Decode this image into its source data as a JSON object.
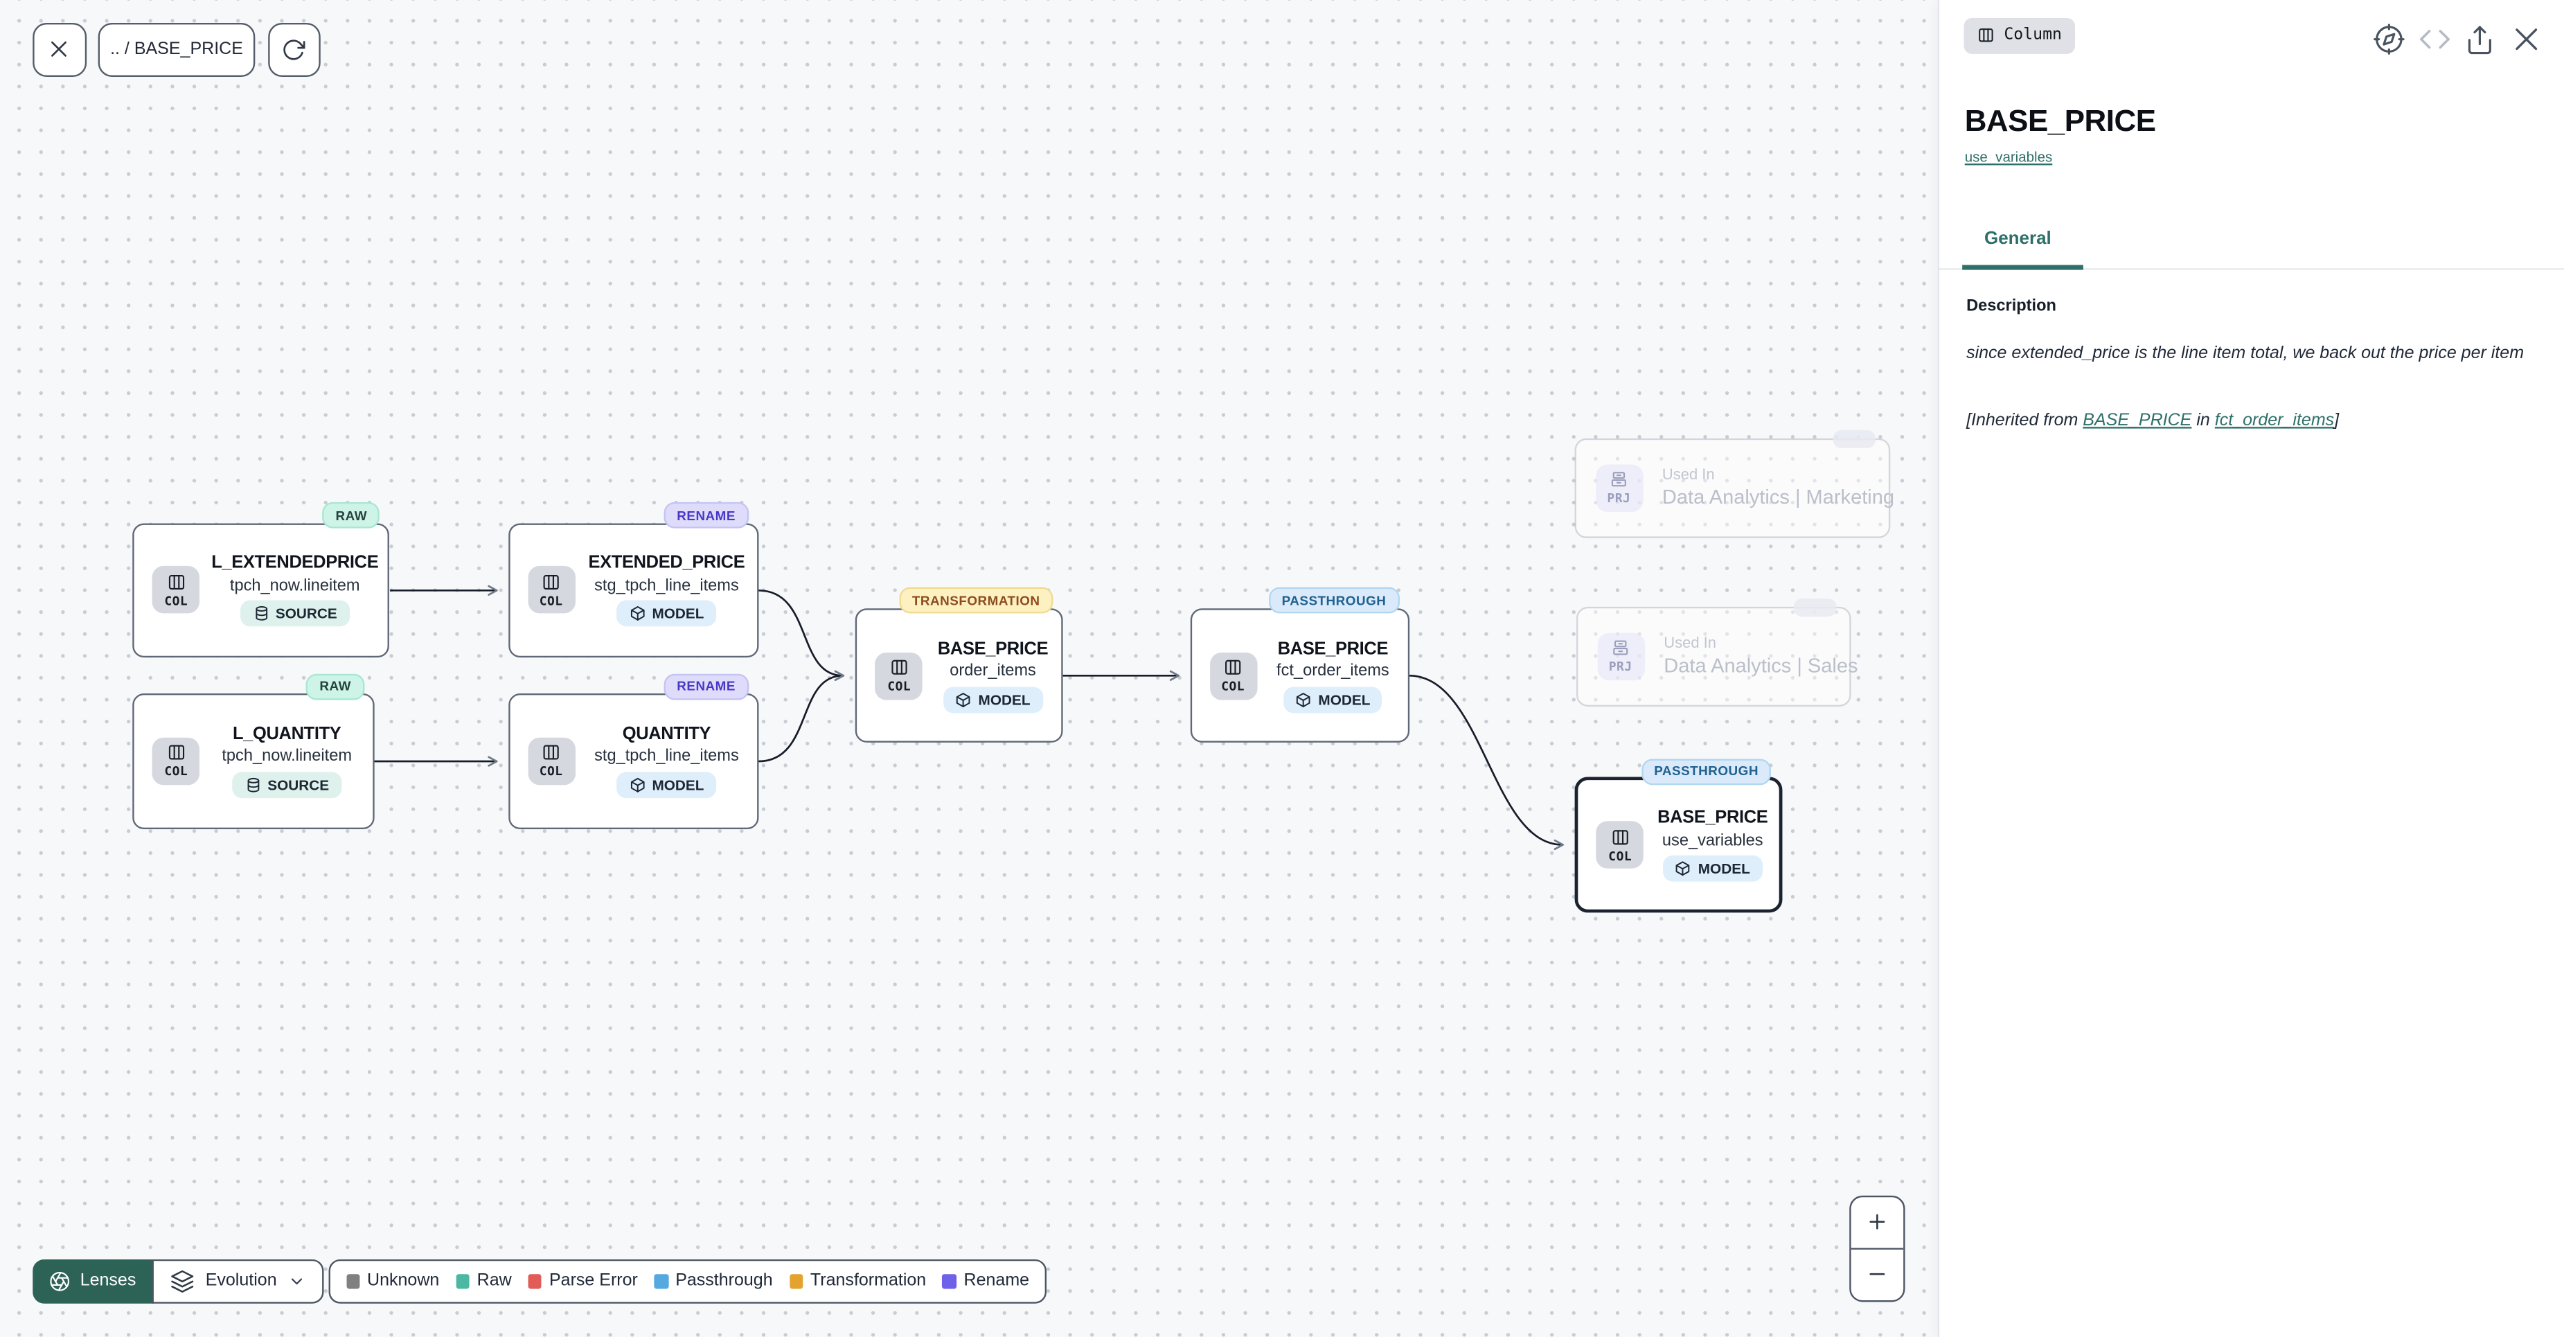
{
  "toolbar": {
    "breadcrumb": ".. / BASE_PRICE"
  },
  "graph": {
    "nodes": [
      {
        "kind_label": "COL",
        "title": "L_EXTENDEDPRICE",
        "subtitle": "tpch_now.lineitem",
        "type_label": "SOURCE",
        "lens_label": "RAW"
      },
      {
        "kind_label": "COL",
        "title": "EXTENDED_PRICE",
        "subtitle": "stg_tpch_line_items",
        "type_label": "MODEL",
        "lens_label": "RENAME"
      },
      {
        "kind_label": "COL",
        "title": "L_QUANTITY",
        "subtitle": "tpch_now.lineitem",
        "type_label": "SOURCE",
        "lens_label": "RAW"
      },
      {
        "kind_label": "COL",
        "title": "QUANTITY",
        "subtitle": "stg_tpch_line_items",
        "type_label": "MODEL",
        "lens_label": "RENAME"
      },
      {
        "kind_label": "COL",
        "title": "BASE_PRICE",
        "subtitle": "order_items",
        "type_label": "MODEL",
        "lens_label": "TRANSFORMATION"
      },
      {
        "kind_label": "COL",
        "title": "BASE_PRICE",
        "subtitle": "fct_order_items",
        "type_label": "MODEL",
        "lens_label": "PASSTHROUGH"
      },
      {
        "kind_label": "COL",
        "title": "BASE_PRICE",
        "subtitle": "use_variables",
        "type_label": "MODEL",
        "lens_label": "PASSTHROUGH",
        "selected": true
      }
    ],
    "used_in": [
      {
        "kind_label": "PRJ",
        "label": "Used In",
        "title": "Data Analytics | Marketing"
      },
      {
        "kind_label": "PRJ",
        "label": "Used In",
        "title": "Data Analytics | Sales"
      }
    ]
  },
  "footer": {
    "lenses_label": "Lenses",
    "lens_mode": "Evolution",
    "legend": [
      {
        "label": "Unknown",
        "color": "#808080"
      },
      {
        "label": "Raw",
        "color": "#4cb8a4"
      },
      {
        "label": "Parse Error",
        "color": "#e15b57"
      },
      {
        "label": "Passthrough",
        "color": "#55a8e0"
      },
      {
        "label": "Transformation",
        "color": "#e3a32e"
      },
      {
        "label": "Rename",
        "color": "#6f62e8"
      }
    ],
    "zoom_in": "+",
    "zoom_out": "−"
  },
  "panel": {
    "type_badge": "Column",
    "title": "BASE_PRICE",
    "model_link": "use_variables",
    "tabs": [
      {
        "label": "General",
        "active": true
      }
    ],
    "description": {
      "heading": "Description",
      "body": "since extended_price is the line item total, we back out the price per item",
      "inherited_prefix": "[Inherited from ",
      "inherited_column_link": "BASE_PRICE",
      "inherited_infix": " in ",
      "inherited_model_link": "fct_order_items",
      "inherited_suffix": "]"
    }
  },
  "colors": {
    "accent_teal": "#2e7069",
    "lenses_button_bg": "#2d6357",
    "lens_raw_bg": "#cdf4e7",
    "lens_raw_text": "#25423c",
    "lens_rename_bg": "#dedcfa",
    "lens_rename_text": "#4937c6",
    "lens_transformation_bg": "#fdf1c2",
    "lens_transformation_text": "#8d4c1e",
    "lens_passthrough_bg": "#daeafa",
    "lens_passthrough_text": "#1f618f",
    "source_badge_bg": "#def1ec",
    "model_badge_bg": "#dfeefb",
    "canvas_bg": "#f7f8fa"
  }
}
